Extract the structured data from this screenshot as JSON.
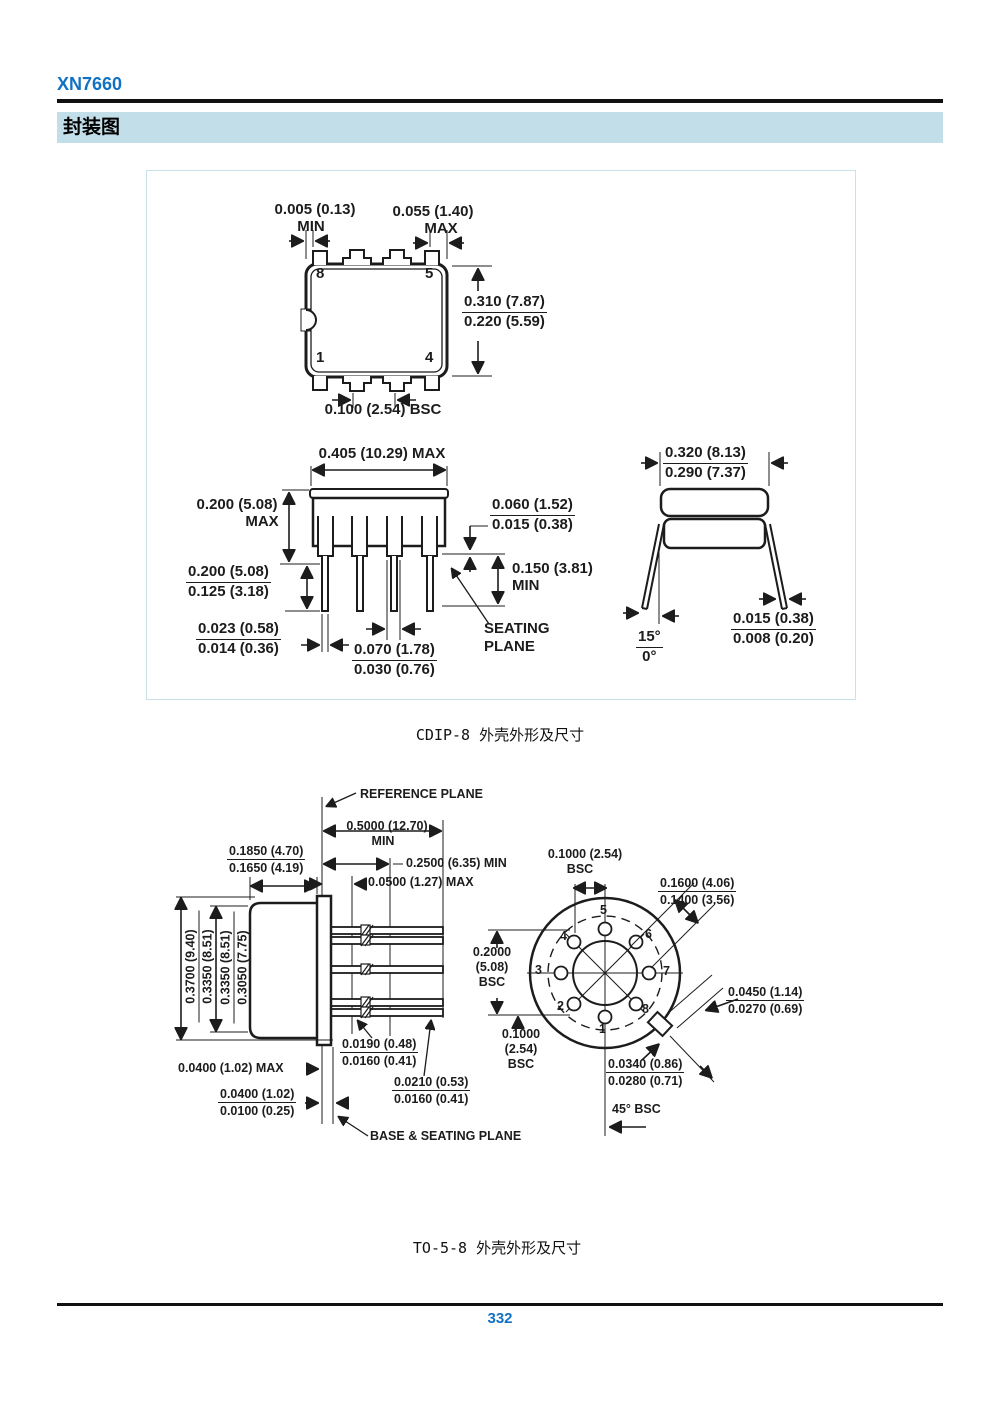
{
  "page": {
    "title": "XN7660",
    "section": "封装图",
    "page_number": "332",
    "colors": {
      "accent_blue": "#1171C2",
      "banner_bg": "#C2DFE9",
      "line": "#1C1C1C"
    }
  },
  "cdip": {
    "caption": "CDIP-8 外壳外形及尺寸",
    "top_view": {
      "pin_offset": "0.005 (0.13)",
      "pin_offset_qual": "MIN",
      "pin_width": "0.055 (1.40)",
      "pin_width_qual": "MAX",
      "body_width_max": "0.310 (7.87)",
      "body_width_min": "0.220 (5.59)",
      "pin_pitch": "0.100 (2.54) BSC",
      "pin_8": "8",
      "pin_5": "5",
      "pin_1": "1",
      "pin_4": "4"
    },
    "front_view": {
      "length_max": "0.405 (10.29) MAX",
      "body_height": "0.200 (5.08)",
      "body_height_qual": "MAX",
      "lead_length_max": "0.200 (5.08)",
      "lead_length_min": "0.125 (3.18)",
      "lead_thickness_max": "0.023 (0.58)",
      "lead_thickness_min": "0.014 (0.36)",
      "shoulder_width_max": "0.070 (1.78)",
      "shoulder_width_min": "0.030 (0.76)",
      "shoulder_height_max": "0.060 (1.52)",
      "shoulder_height_min": "0.015 (0.38)",
      "standoff": "0.150 (3.81)",
      "standoff_qual": "MIN",
      "seating_plane_1": "SEATING",
      "seating_plane_2": "PLANE"
    },
    "end_view": {
      "width_max": "0.320 (8.13)",
      "width_min": "0.290 (7.37)",
      "lead_angle_max": "15°",
      "lead_angle_min": "0°",
      "lead_thickness_max": "0.015 (0.38)",
      "lead_thickness_min": "0.008 (0.20)"
    }
  },
  "to5": {
    "caption": "TO-5-8 外壳外形及尺寸",
    "side_view": {
      "reference_plane": "REFERENCE PLANE",
      "lead_length": "0.5000 (12.70)",
      "lead_length_qual": "MIN",
      "cap_dia_max": "0.1850 (4.70)",
      "cap_dia_min": "0.1650 (4.19)",
      "lead_gage": "0.2500 (6.35) MIN",
      "lead_root": "0.0500 (1.27) MAX",
      "can_dia_max": "0.3700 (9.40)",
      "can_dia_min": "0.3350 (8.51)",
      "body_dia_max": "0.3350 (8.51)",
      "body_dia_min": "0.3050 (7.75)",
      "lead_dia_max": "0.0190 (0.48)",
      "lead_dia_min": "0.0160 (0.41)",
      "flange_thickness": "0.0400 (1.02) MAX",
      "standoff_max": "0.0400 (1.02)",
      "standoff_min": "0.0100 (0.25)",
      "lead_dia2_max": "0.0210 (0.53)",
      "lead_dia2_min": "0.0160 (0.41)",
      "base_plane": "BASE & SEATING PLANE"
    },
    "bottom_view": {
      "pin_spacing": "0.1000 (2.54)",
      "pin_spacing_qual": "BSC",
      "circle_dia_max": "0.1600 (4.06)",
      "circle_dia_min": "0.1400 (3.56)",
      "row_spacing_1": "0.2000",
      "row_spacing_2": "(5.08)",
      "row_spacing_3": "BSC",
      "col_spacing_1": "0.1000",
      "col_spacing_2": "(2.54)",
      "col_spacing_3": "BSC",
      "tab_length_max": "0.0450 (1.14)",
      "tab_length_min": "0.0270 (0.69)",
      "tab_width_max": "0.0340 (0.86)",
      "tab_width_min": "0.0280 (0.71)",
      "tab_angle": "45° BSC",
      "pin_1": "1",
      "pin_2": "2",
      "pin_3": "3",
      "pin_4": "4",
      "pin_5": "5",
      "pin_6": "6",
      "pin_7": "7",
      "pin_8": "8"
    }
  }
}
